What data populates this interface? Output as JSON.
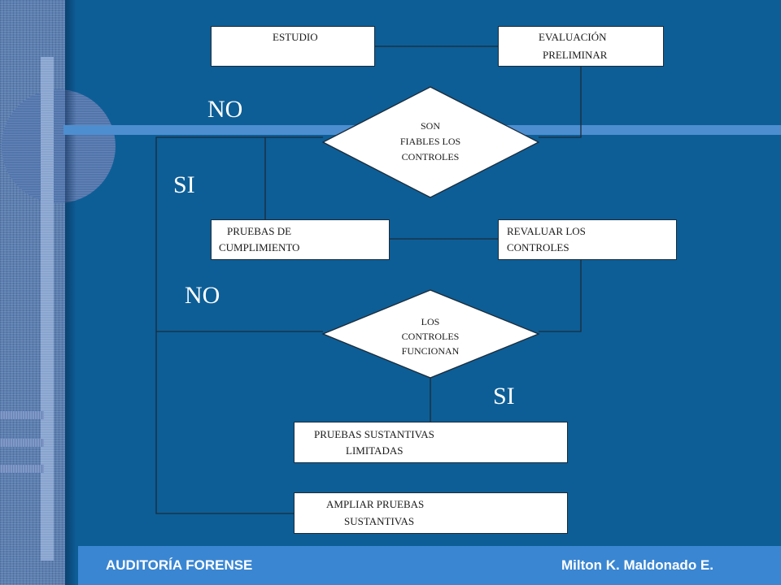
{
  "diagram": {
    "boxes": {
      "estudio": "ESTUDIO",
      "evaluacion_l1": "EVALUACIÓN",
      "evaluacion_l2": "PRELIMINAR",
      "pruebas_cumplimiento_l1": "PRUEBAS DE",
      "pruebas_cumplimiento_l2": "CUMPLIMIENTO",
      "revaluar_l1": "REVALUAR LOS",
      "revaluar_l2": "CONTROLES",
      "sustantivas_limitadas_l1": "PRUEBAS SUSTANTIVAS",
      "sustantivas_limitadas_l2": "LIMITADAS",
      "ampliar_l1": "AMPLIAR PRUEBAS",
      "ampliar_l2": "SUSTANTIVAS"
    },
    "decisions": {
      "fiables_l1": "SON",
      "fiables_l2": "FIABLES LOS",
      "fiables_l3": "CONTROLES",
      "funcionan_l1": "LOS",
      "funcionan_l2": "CONTROLES",
      "funcionan_l3": "FUNCIONAN"
    },
    "labels": {
      "no_1": "NO",
      "si_1": "SI",
      "no_2": "NO",
      "si_2": "SI"
    }
  },
  "footer": {
    "left": "AUDITORÍA FORENSE",
    "right": "Milton K. Maldonado E."
  },
  "colors": {
    "background": "#0d5e96",
    "footer": "#3a86d2",
    "box_fill": "#ffffff",
    "label_text": "#ffffff"
  }
}
